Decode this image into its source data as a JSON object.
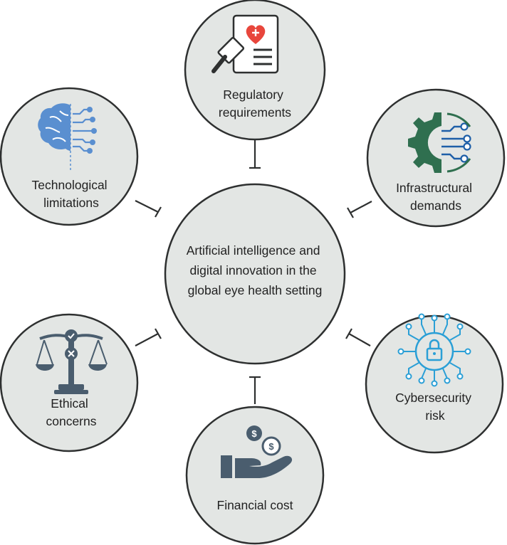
{
  "center": {
    "lines": [
      "Artificial intelligence and",
      "digital innovation in the",
      "global eye health setting"
    ]
  },
  "nodes": [
    {
      "id": "regulatory",
      "lines": [
        "Regulatory",
        "requirements"
      ],
      "icon": "regulatory-document-gavel-icon"
    },
    {
      "id": "infrastructural",
      "lines": [
        "Infrastructural",
        "demands"
      ],
      "icon": "gear-circuit-icon"
    },
    {
      "id": "cybersecurity",
      "lines": [
        "Cybersecurity",
        "risk"
      ],
      "icon": "padlock-circuit-icon"
    },
    {
      "id": "financial",
      "lines": [
        "Financial cost"
      ],
      "icon": "hand-coins-icon"
    },
    {
      "id": "ethical",
      "lines": [
        "Ethical",
        "concerns"
      ],
      "icon": "balance-scale-icon"
    },
    {
      "id": "technological",
      "lines": [
        "Technological",
        "limitations"
      ],
      "icon": "brain-circuit-icon"
    }
  ],
  "colors": {
    "circle_fill": "#e3e6e4",
    "outline": "#2e3030",
    "icon_slate": "#4a5d6e",
    "heart_red": "#e8463c",
    "gear_green": "#2f6f4f",
    "circuit_blue": "#1e5fa8",
    "cyber_blue": "#2a9fd6",
    "brain_blue": "#5a8fd0"
  }
}
